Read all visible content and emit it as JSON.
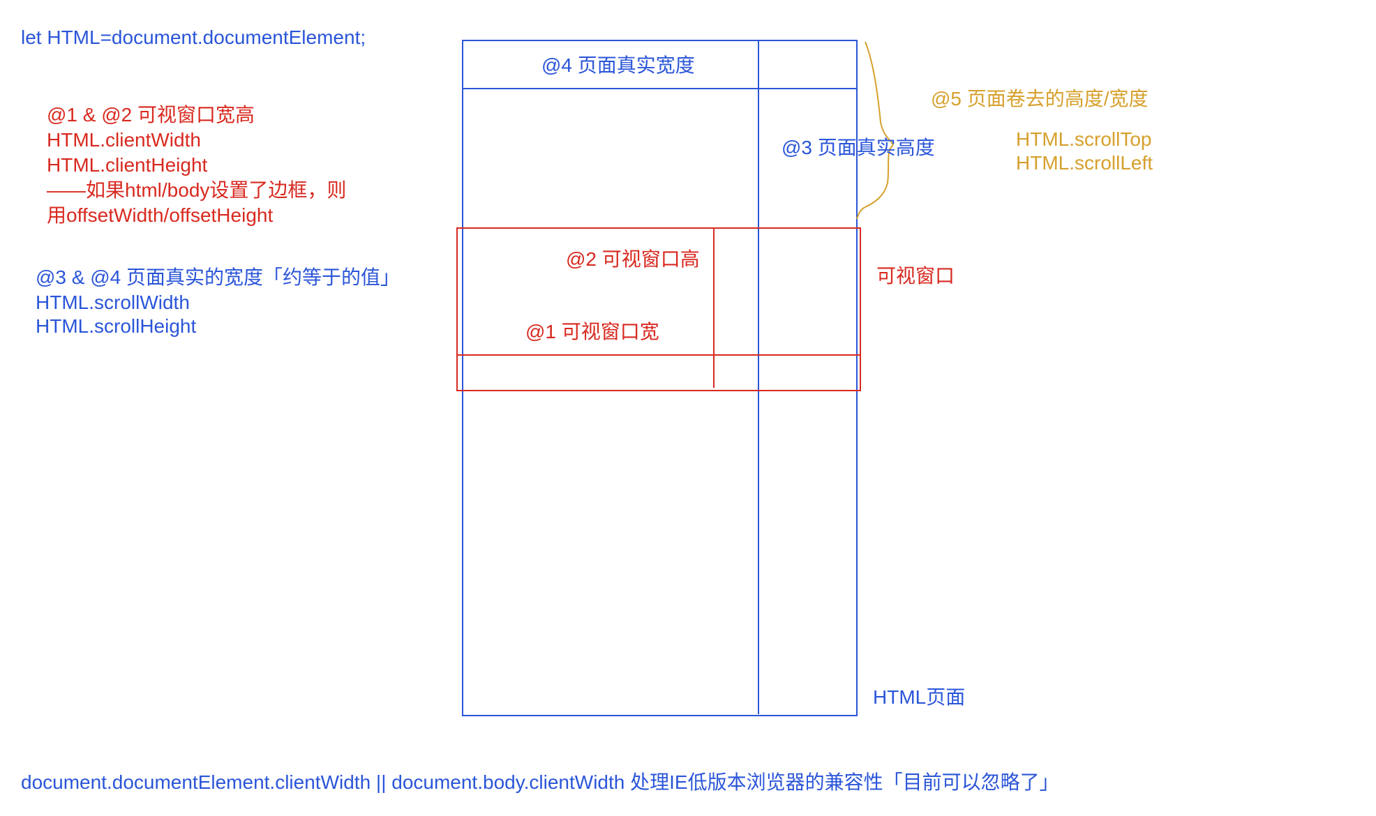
{
  "colors": {
    "blue": "#2a55d8",
    "red": "#d8291f",
    "gold": "#d6a02c"
  },
  "code": {
    "declaration": "let HTML=document.documentElement;",
    "footer": "document.documentElement.clientWidth || document.body.clientWidth   处理IE低版本浏览器的兼容性「目前可以忽略了」"
  },
  "notes": {
    "client": {
      "title": "@1 & @2  可视窗口宽高",
      "line1": "HTML.clientWidth",
      "line2": "HTML.clientHeight",
      "line3": "——如果html/body设置了边框，则",
      "line4": "用offsetWidth/offsetHeight"
    },
    "scroll_size": {
      "title": "@3 & @4 页面真实的宽度「约等于的值」",
      "line1": "HTML.scrollWidth",
      "line2": "HTML.scrollHeight"
    },
    "scroll_offset": {
      "title": "@5 页面卷去的高度/宽度",
      "line1": "HTML.scrollTop",
      "line2": "HTML.scrollLeft"
    }
  },
  "diagram_labels": {
    "page_width": "@4 页面真实宽度",
    "page_height": "@3 页面真实高度",
    "viewport_height": "@2 可视窗口高",
    "viewport_width": "@1 可视窗口宽",
    "viewport": "可视窗口",
    "html_page": "HTML页面"
  }
}
